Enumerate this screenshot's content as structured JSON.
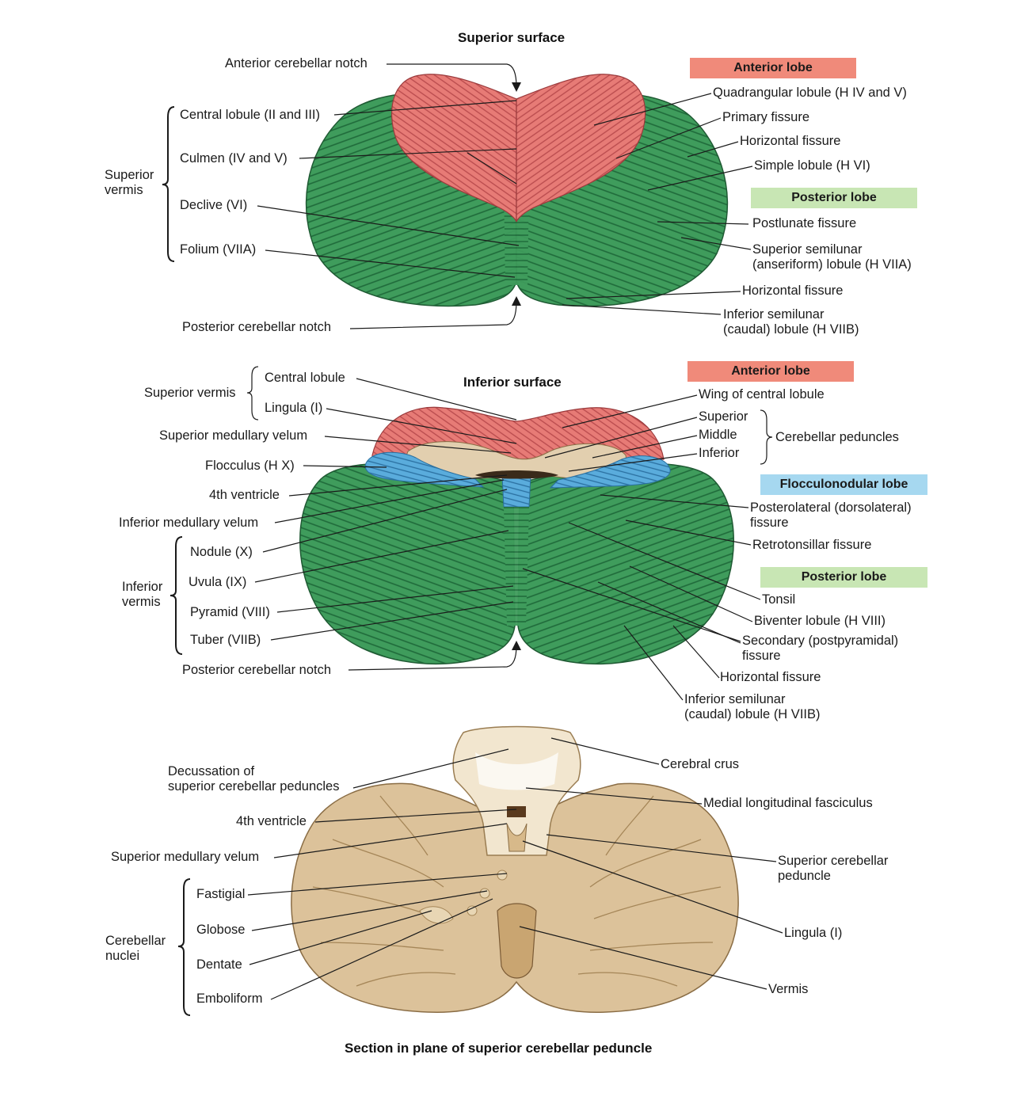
{
  "titles": {
    "superior": "Superior surface",
    "inferior": "Inferior surface",
    "section": "Section in plane of superior cerebellar peduncle"
  },
  "badges": {
    "anterior_lobe": "Anterior lobe",
    "posterior_lobe": "Posterior lobe",
    "flocculonodular_lobe": "Flocculonodular lobe"
  },
  "colors": {
    "anterior_lobe": "#f08a7a",
    "posterior_lobe": "#c8e6b4",
    "flocculonodular_lobe": "#a6d8f0",
    "anterior_tissue": "#e06e6e",
    "posterior_tissue": "#3a9a5a",
    "flocculonodular_tissue": "#4aa3d8",
    "section_tissue": "#dcc29a"
  },
  "superior": {
    "anterior_notch": "Anterior cerebellar notch",
    "central_lobule": "Central lobule (II and III)",
    "culmen": "Culmen (IV and V)",
    "declive": "Declive (VI)",
    "folium": "Folium (VIIA)",
    "superior_vermis": "Superior\nvermis",
    "posterior_notch": "Posterior cerebellar notch",
    "quadrangular": "Quadrangular lobule (H IV and V)",
    "primary_fissure": "Primary fissure",
    "horizontal_fissure_1": "Horizontal fissure",
    "simple_lobule": "Simple lobule (H VI)",
    "postlunate": "Postlunate fissure",
    "superior_semilunar": "Superior semilunar\n(anseriform) lobule (H VIIA)",
    "horizontal_fissure_2": "Horizontal fissure",
    "inferior_semilunar": "Inferior semilunar\n(caudal) lobule (H VIIB)"
  },
  "inferior": {
    "superior_vermis": "Superior vermis",
    "central_lobule": "Central lobule",
    "lingula": "Lingula (I)",
    "superior_medullary_velum": "Superior medullary velum",
    "flocculus": "Flocculus (H X)",
    "fourth_ventricle": "4th ventricle",
    "inferior_medullary_velum": "Inferior medullary velum",
    "nodule": "Nodule (X)",
    "uvula": "Uvula (IX)",
    "pyramid": "Pyramid (VIII)",
    "tuber": "Tuber (VIIB)",
    "inferior_vermis": "Inferior\nvermis",
    "posterior_notch": "Posterior cerebellar notch",
    "wing_central": "Wing of central lobule",
    "superior": "Superior",
    "middle": "Middle",
    "inferior": "Inferior",
    "cerebellar_peduncles": "Cerebellar peduncles",
    "posterolateral": "Posterolateral (dorsolateral)\nfissure",
    "retrotonsillar": "Retrotonsillar fissure",
    "tonsil": "Tonsil",
    "biventer": "Biventer lobule (H VIII)",
    "secondary": "Secondary (postpyramidal)\nfissure",
    "horizontal_fissure": "Horizontal fissure",
    "inferior_semilunar": "Inferior semilunar\n(caudal) lobule (H VIIB)"
  },
  "section": {
    "decussation": "Decussation of\nsuperior cerebellar peduncles",
    "fourth_ventricle": "4th ventricle",
    "superior_medullary_velum": "Superior medullary velum",
    "fastigial": "Fastigial",
    "globose": "Globose",
    "dentate": "Dentate",
    "emboliform": "Emboliform",
    "cerebellar_nuclei": "Cerebellar\nnuclei",
    "cerebral_crus": "Cerebral crus",
    "mlf": "Medial longitudinal fasciculus",
    "superior_cerebellar_peduncle": "Superior cerebellar\npeduncle",
    "lingula": "Lingula (I)",
    "vermis": "Vermis"
  }
}
